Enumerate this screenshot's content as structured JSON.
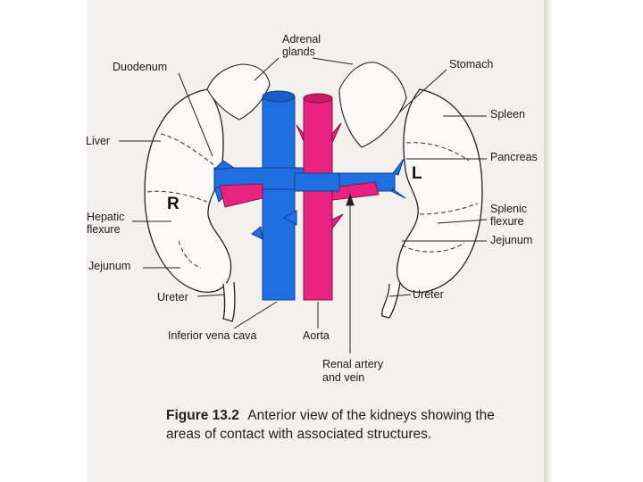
{
  "colors": {
    "vena_cava": "#1f6fe0",
    "aorta": "#e8237f",
    "outline": "#222222"
  },
  "labels": {
    "adrenal_glands_1": "Adrenal",
    "adrenal_glands_2": "glands",
    "duodenum": "Duodenum",
    "stomach": "Stomach",
    "liver": "Liver",
    "spleen": "Spleen",
    "pancreas": "Pancreas",
    "hepatic_flexure_1": "Hepatic",
    "hepatic_flexure_2": "flexure",
    "splenic_flexure_1": "Splenic",
    "splenic_flexure_2": "flexure",
    "jejunum_left": "Jejunum",
    "jejunum_right": "Jejunum",
    "ureter_left": "Ureter",
    "ureter_right": "Ureter",
    "inferior_vena_cava": "Inferior vena cava",
    "aorta": "Aorta",
    "renal_artery_vein_1": "Renal artery",
    "renal_artery_vein_2": "and vein",
    "kidney_right_letter": "R",
    "kidney_left_letter": "L"
  },
  "caption": {
    "figure": "Figure 13.2",
    "text": "Anterior view of the kidneys showing the areas of contact with associated structures."
  }
}
